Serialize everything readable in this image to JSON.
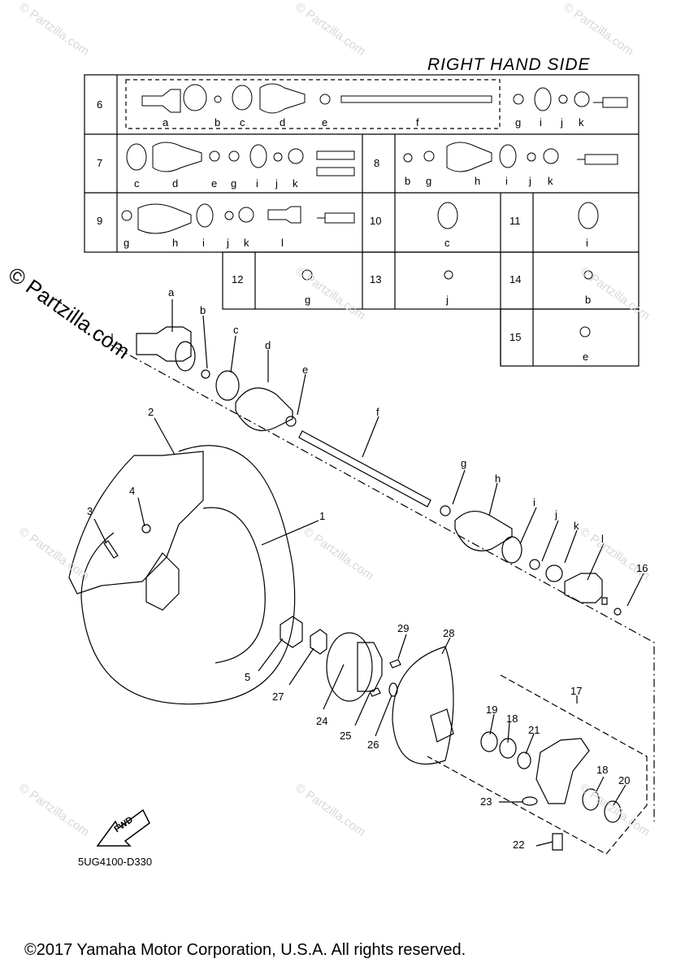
{
  "title": "RIGHT HAND SIDE",
  "drawing_number": "5UG4100-D330",
  "copyright": "©2017 Yamaha Motor Corporation, U.S.A. All rights reserved.",
  "watermark": "© Partzilla.com",
  "fwd_label": "FWD",
  "table": {
    "rows": [
      {
        "num": "6",
        "letters": [
          "a",
          "b",
          "c",
          "d",
          "e",
          "f",
          "g",
          "i",
          "j",
          "k"
        ]
      },
      {
        "num": "7",
        "letters": [
          "c",
          "d",
          "e",
          "g",
          "i",
          "j",
          "k"
        ]
      },
      {
        "num": "8",
        "letters": [
          "b",
          "g",
          "h",
          "i",
          "j",
          "k"
        ]
      },
      {
        "num": "9",
        "letters": [
          "g",
          "h",
          "i",
          "j",
          "k",
          "l"
        ]
      },
      {
        "num": "10",
        "letters": [
          "c"
        ]
      },
      {
        "num": "11",
        "letters": [
          "i"
        ]
      },
      {
        "num": "12",
        "letters": [
          "g"
        ]
      },
      {
        "num": "13",
        "letters": [
          "j"
        ]
      },
      {
        "num": "14",
        "letters": [
          "b"
        ]
      },
      {
        "num": "15",
        "letters": [
          "e"
        ]
      }
    ]
  },
  "callouts": {
    "shaft": [
      "a",
      "b",
      "c",
      "d",
      "e",
      "f",
      "g",
      "h",
      "i",
      "j",
      "k",
      "l"
    ],
    "parts": [
      "1",
      "2",
      "3",
      "4",
      "5",
      "16",
      "17",
      "18",
      "18",
      "19",
      "20",
      "21",
      "22",
      "23",
      "24",
      "25",
      "26",
      "27",
      "28",
      "29"
    ]
  }
}
